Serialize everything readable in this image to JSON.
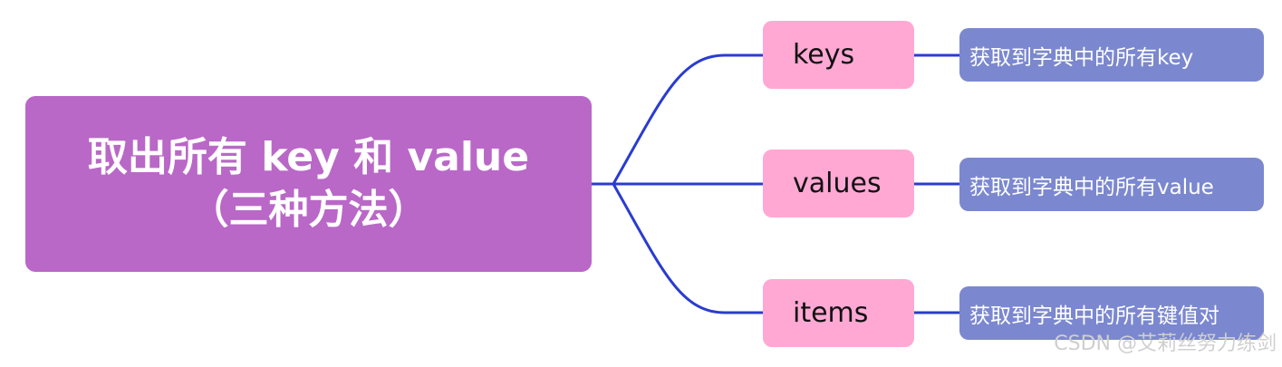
{
  "colors": {
    "root_fill": "#b968c7",
    "branch_fill": "#ffa8d4",
    "leaf_fill": "#7b88cf",
    "connector": "#2a3ccf"
  },
  "root": {
    "title_line1": "取出所有 key 和 value",
    "title_line2": "（三种方法）"
  },
  "branches": [
    {
      "label": "keys",
      "description": "获取到字典中的所有key"
    },
    {
      "label": "values",
      "description": "获取到字典中的所有value"
    },
    {
      "label": "items",
      "description": "获取到字典中的所有键值对"
    }
  ],
  "watermark": "CSDN @艾莉丝努力练剑"
}
